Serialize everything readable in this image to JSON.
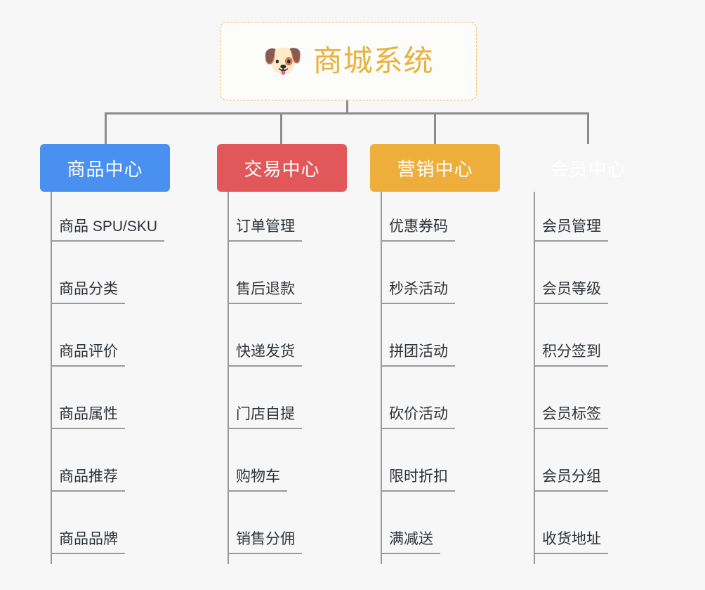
{
  "diagram": {
    "type": "org-tree",
    "background_color": "#f7f7f7",
    "root": {
      "title": "商城系统",
      "icon": "dog-face-icon",
      "icon_glyph": "🐶",
      "text_color": "#e8b33c",
      "border_color": "#e9bc5e",
      "border_style": "dashed",
      "card_background": "#fcfcfb"
    },
    "connector_color": "#8c8c8c",
    "leaf_line_color": "#9a9a9a",
    "leaf_text_color": "#2f3337",
    "branches": [
      {
        "label": "商品中心",
        "color": "#4a90f0",
        "text_color": "#ffffff",
        "items": [
          "商品 SPU/SKU",
          "商品分类",
          "商品评价",
          "商品属性",
          "商品推荐",
          "商品品牌"
        ]
      },
      {
        "label": "交易中心",
        "color": "#e2585a",
        "text_color": "#ffffff",
        "items": [
          "订单管理",
          "售后退款",
          "快递发货",
          "门店自提",
          "购物车",
          "销售分佣"
        ]
      },
      {
        "label": "营销中心",
        "color": "#eeae3c",
        "text_color": "#ffffff",
        "items": [
          "优惠券码",
          "秒杀活动",
          "拼团活动",
          "砍价活动",
          "限时折扣",
          "满减送"
        ]
      },
      {
        "label": "会员中心",
        "color": "#77c council",
        "text_color": "#ffffff",
        "items": [
          "会员管理",
          "会员等级",
          "积分签到",
          "会员标签",
          "会员分组",
          "收货地址"
        ]
      }
    ]
  }
}
